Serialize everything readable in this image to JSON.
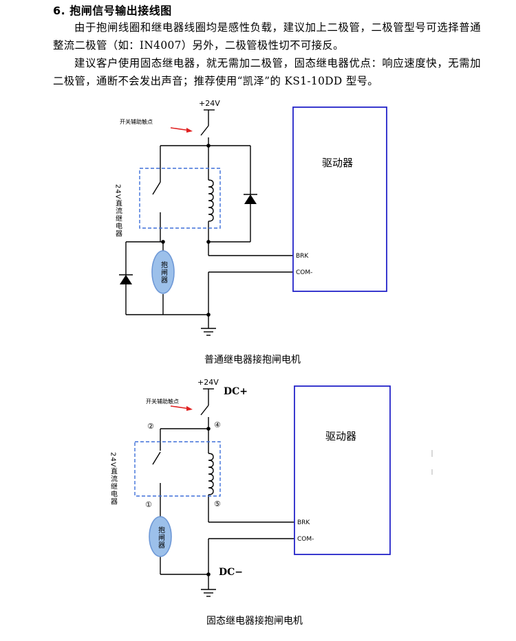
{
  "section": {
    "number": "6.",
    "title": "抱闸信号输出接线图"
  },
  "paragraphs": [
    "由于抱闸线圈和继电器线圈均是感性负载，建议加上二极管，二极管型号可选择普通整流二极管（如：IN4007）另外，二极管极性切不可接反。",
    "建议客户使用固态继电器，就无需加二极管，固态继电器优点：响应速度快，无需加二极管，通断不会发出声音；推荐使用“凯泽”的 KS1-10DD 型号。"
  ],
  "diagram1": {
    "supply": "+24V",
    "aux_contact": "开关辅助触点",
    "relay": "24V直流继电器",
    "driver": "驱动器",
    "brake": "抱闸器",
    "brk": "BRK",
    "com": "COM-",
    "caption": "普通继电器接抱闸电机"
  },
  "diagram2": {
    "supply": "+24V",
    "dc_plus": "DC+",
    "dc_minus": "DC−",
    "aux_contact": "开关辅助触点",
    "relay": "24V直流继电器",
    "driver": "驱动器",
    "brake": "抱闸器",
    "brk": "BRK",
    "com": "COM-",
    "pin1": "①",
    "pin2": "②",
    "pin4": "④",
    "pin5": "⑤",
    "caption": "固态继电器接抱闸电机"
  },
  "colors": {
    "driver_box": "#2323c8",
    "relay_box": "#3d6fd9",
    "arrow": "#e02020",
    "brake_fill": "#9cc0ea",
    "brake_stroke": "#6e98d6"
  }
}
